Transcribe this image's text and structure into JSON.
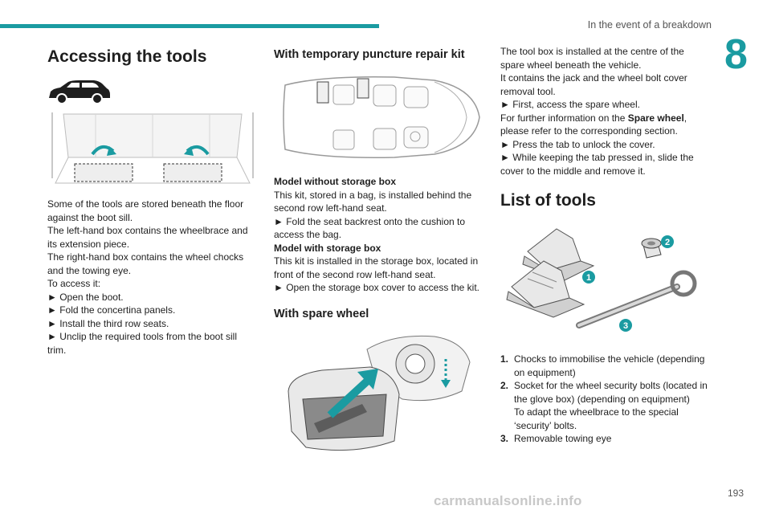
{
  "header": {
    "title": "In the event of a breakdown",
    "chapter": "8",
    "accent": "#1a9ba1"
  },
  "col1": {
    "heading": "Accessing the tools",
    "lines": [
      "Some of the tools are stored beneath the floor",
      "against the boot sill.",
      "The left-hand box contains the wheelbrace and",
      "its extension piece.",
      "The right-hand box contains the wheel chocks",
      "and the towing eye.",
      "To access it:",
      "► Open the boot.",
      "► Fold the concertina panels.",
      "► Install the third row seats.",
      "► Unclip the required tools from the boot sill",
      "trim."
    ]
  },
  "col2": {
    "heading_kit": "With temporary puncture repair kit",
    "model_without": "Model without storage box",
    "without_lines": [
      "This kit, stored in a bag, is installed behind the",
      "second row left-hand seat.",
      "► Fold the seat backrest onto the cushion to",
      "access the bag."
    ],
    "model_with": "Model with storage box",
    "with_lines": [
      "This kit is installed in the storage box, located in",
      "front of the second row left-hand seat.",
      "► Open the storage box cover to access the kit."
    ],
    "heading_spare": "With spare wheel"
  },
  "col3": {
    "lines_a": [
      "The tool box is installed at the centre of the",
      "spare wheel beneath the vehicle.",
      "It contains the jack and the wheel bolt cover",
      "removal tool.",
      "► First, access the spare wheel."
    ],
    "further_pre": "For further information on the ",
    "further_bold": "Spare wheel",
    "further_post": ",",
    "lines_b": [
      "please refer to the corresponding section.",
      "► Press the tab to unlock the cover.",
      "► While keeping the tab pressed in, slide the",
      "cover to the middle and remove it."
    ],
    "heading_tools": "List of tools",
    "callouts": [
      "1",
      "2",
      "3"
    ],
    "tools": [
      {
        "num": "1.",
        "lines": [
          "Chocks to immobilise the vehicle (depending",
          "on equipment)"
        ]
      },
      {
        "num": "2.",
        "lines": [
          "Socket for the wheel security bolts (located in",
          "the glove box) (depending on equipment)",
          "To adapt the wheelbrace to the special",
          "‘security’ bolts."
        ]
      },
      {
        "num": "3.",
        "lines": [
          "Removable towing eye"
        ]
      }
    ]
  },
  "footer": {
    "page": "193",
    "watermark": "carmanualsonline.info"
  }
}
